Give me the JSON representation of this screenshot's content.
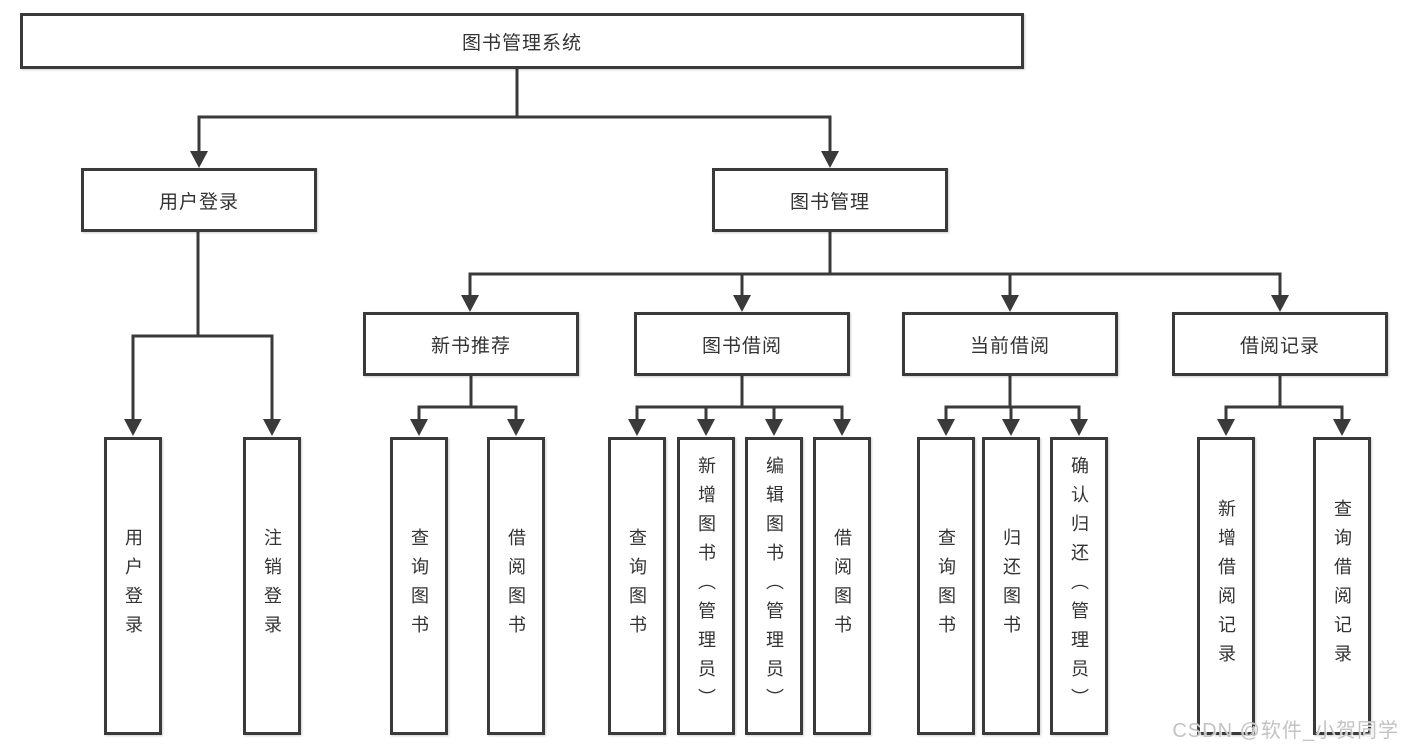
{
  "diagram": {
    "root": {
      "label": "图书管理系统"
    },
    "branches": [
      {
        "label": "用户登录",
        "children": [
          "用户登录",
          "注销登录"
        ]
      },
      {
        "label": "图书管理",
        "children": [
          {
            "label": "新书推荐",
            "children": [
              "查询图书",
              "借阅图书"
            ]
          },
          {
            "label": "图书借阅",
            "children": [
              "查询图书",
              "新增图书（管理员）",
              "编辑图书（管理员）",
              "借阅图书"
            ]
          },
          {
            "label": "当前借阅",
            "children": [
              "查询图书",
              "归还图书",
              "确认归还（管理员）"
            ]
          },
          {
            "label": "借阅记录",
            "children": [
              "新增借阅记录",
              "查询借阅记录"
            ]
          }
        ]
      }
    ]
  },
  "watermark": {
    "text": "CSDN @软件_小贺同学"
  },
  "colors": {
    "line": "#3a3a3a",
    "box_border": "#3a3a3a",
    "text": "#333333",
    "background": "#ffffff",
    "watermark": "#c3c3c3"
  }
}
